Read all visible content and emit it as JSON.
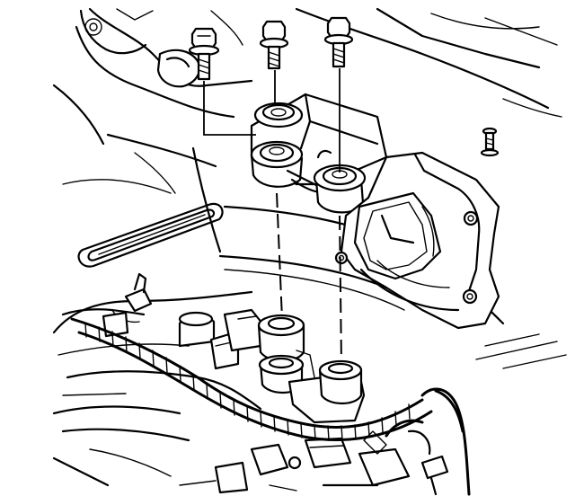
{
  "figure": {
    "type": "exploded mechanical illustration",
    "colors": {
      "line": "#000000",
      "background": "#ffffff"
    },
    "bolts": [
      {
        "name": "bolt-left",
        "icon": "flange-bolt-icon"
      },
      {
        "name": "bolt-middle",
        "icon": "flange-bolt-icon"
      },
      {
        "name": "bolt-right",
        "icon": "flange-bolt-icon"
      },
      {
        "name": "bolt-small-far-right",
        "icon": "small-stud-icon"
      }
    ]
  }
}
